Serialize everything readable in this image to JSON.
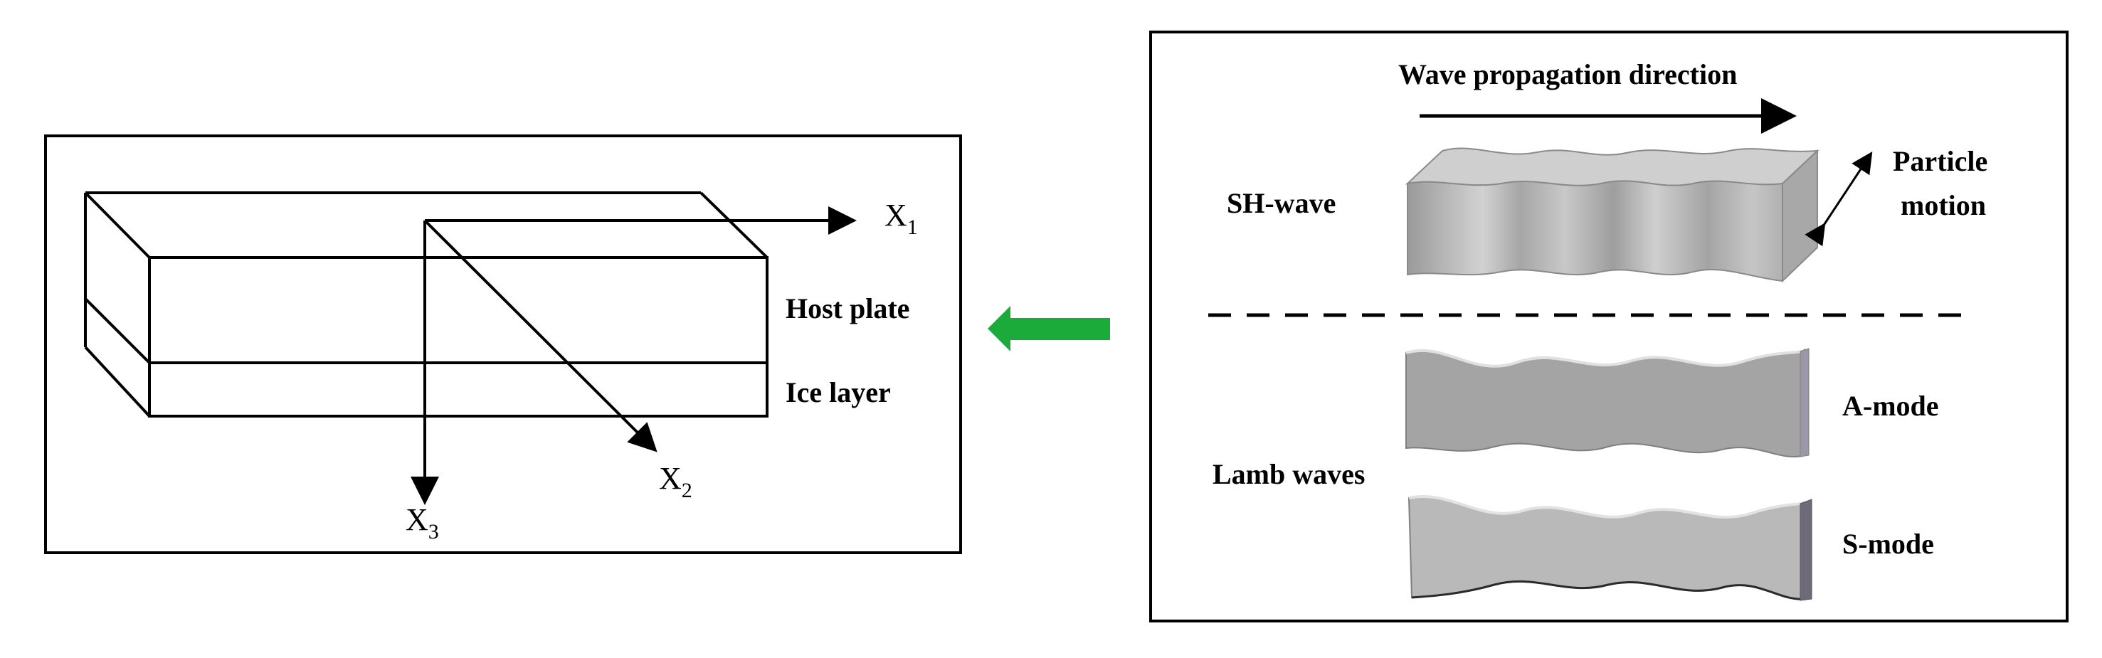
{
  "left_panel": {
    "axis_x1": {
      "main": "X",
      "sub": "1"
    },
    "axis_x2": {
      "main": "X",
      "sub": "2"
    },
    "axis_x3": {
      "main": "X",
      "sub": "3"
    },
    "host_plate_label": "Host plate",
    "ice_layer_label": "Ice layer"
  },
  "right_panel": {
    "wave_direction_label": "Wave propagation direction",
    "sh_wave_label": "SH-wave",
    "particle_motion_line1": "Particle",
    "particle_motion_line2": "motion",
    "lamb_waves_label": "Lamb waves",
    "a_mode_label": "A-mode",
    "s_mode_label": "S-mode"
  },
  "colors": {
    "arrow_green": "#1aab3a",
    "slab_gray": "#b8b8b8",
    "slab_top": "#c9c9c9",
    "slab_dark": "#8c8c8c",
    "edge": "#000000"
  }
}
